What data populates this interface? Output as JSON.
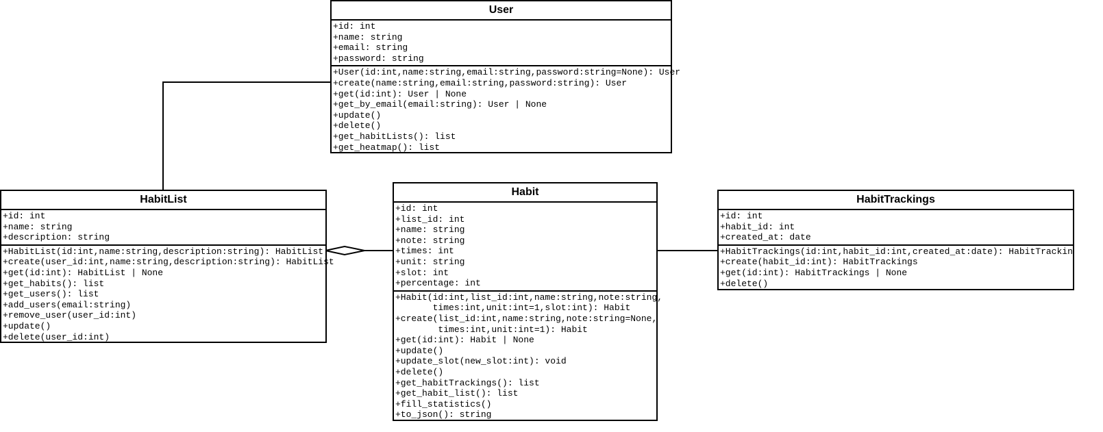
{
  "classes": [
    {
      "key": "user",
      "name": "User",
      "attributes": [
        "+id: int",
        "+name: string",
        "+email: string",
        "+password: string"
      ],
      "methods": [
        "+User(id:int,name:string,email:string,password:string=None): User",
        "+create(name:string,email:string,password:string): User",
        "+get(id:int): User | None",
        "+get_by_email(email:string): User | None",
        "+update()",
        "+delete()",
        "+get_habitLists(): list",
        "+get_heatmap(): list"
      ]
    },
    {
      "key": "habitlist",
      "name": "HabitList",
      "attributes": [
        "+id: int",
        "+name: string",
        "+description: string"
      ],
      "methods": [
        "+HabitList(id:int,name:string,description:string): HabitList",
        "+create(user_id:int,name:string,description:string): HabitList",
        "+get(id:int): HabitList | None",
        "+get_habits(): list",
        "+get_users(): list",
        "+add_users(email:string)",
        "+remove_user(user_id:int)",
        "+update()",
        "+delete(user_id:int)"
      ]
    },
    {
      "key": "habit",
      "name": "Habit",
      "attributes": [
        "+id: int",
        "+list_id: int",
        "+name: string",
        "+note: string",
        "+times: int",
        "+unit: string",
        "+slot: int",
        "+percentage: int"
      ],
      "methods": [
        "+Habit(id:int,list_id:int,name:string,note:string,",
        "       times:int,unit:int=1,slot:int): Habit",
        "+create(list_id:int,name:string,note:string=None,",
        "        times:int,unit:int=1): Habit",
        "+get(id:int): Habit | None",
        "+update()",
        "+update_slot(new_slot:int): void",
        "+delete()",
        "+get_habitTrackings(): list",
        "+get_habit_list(): list",
        "+fill_statistics()",
        "+to_json(): string"
      ]
    },
    {
      "key": "habittrackings",
      "name": "HabitTrackings",
      "attributes": [
        "+id: int",
        "+habit_id: int",
        "+created_at: date"
      ],
      "methods": [
        "+HabitTrackings(id:int,habit_id:int,created_at:date): HabitTrackings",
        "+create(habit_id:int): HabitTrackings",
        "+get(id:int): HabitTrackings | None",
        "+delete()"
      ]
    }
  ],
  "relations": [
    {
      "from": "User",
      "to": "HabitList",
      "type": "association"
    },
    {
      "from": "HabitList",
      "to": "Habit",
      "type": "aggregation"
    },
    {
      "from": "Habit",
      "to": "HabitTrackings",
      "type": "association"
    }
  ]
}
